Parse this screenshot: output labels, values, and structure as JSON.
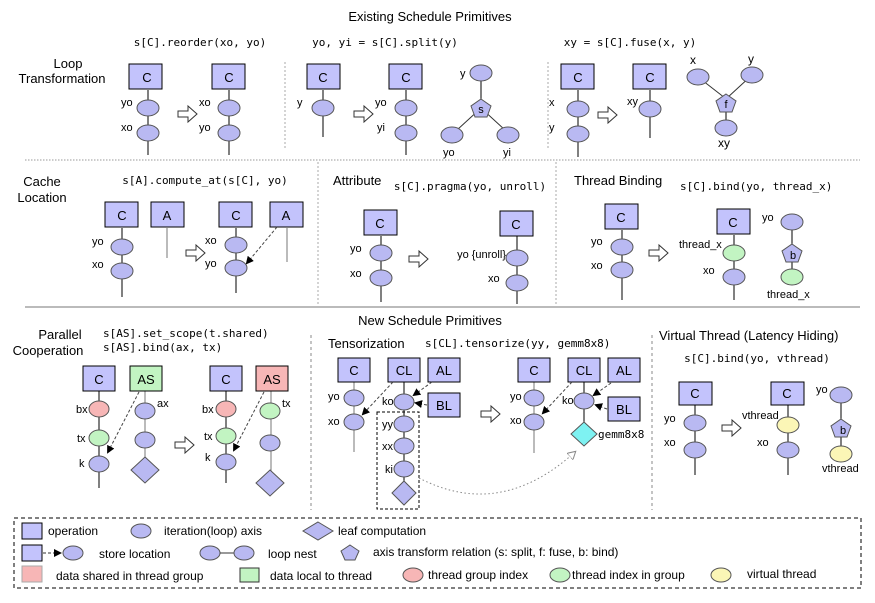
{
  "titles": {
    "existing": "Existing Schedule Primitives",
    "new": "New Schedule Primitives"
  },
  "colors": {
    "operation": "#c3c3fc",
    "axis": "#b9b9f2",
    "shared": "#f7b6b6",
    "local": "#c2f4c2",
    "thread_group_index": "#f7b6b6",
    "thread_index": "#c2f4c2",
    "virtual_thread": "#fbf6b6",
    "tensor_intrinsic": "#7ef2f2"
  },
  "sections": {
    "loop": {
      "label_line1": "Loop",
      "label_line2": "Transformation",
      "reorder": {
        "code": "s[C].reorder(xo, yo)",
        "op": "C",
        "before": [
          "yo",
          "xo"
        ],
        "after": [
          "xo",
          "yo"
        ]
      },
      "split": {
        "code": "yo, yi = s[C].split(y)",
        "op": "C",
        "before": [
          "y"
        ],
        "after": [
          "yo",
          "yi"
        ],
        "rel": "s",
        "rel_top": "y",
        "rel_left": "yo",
        "rel_right": "yi"
      },
      "fuse": {
        "code": "xy = s[C].fuse(x, y)",
        "op": "C",
        "before": [
          "x",
          "y"
        ],
        "after": [
          "xy"
        ],
        "rel": "f",
        "rel_left": "x",
        "rel_right": "y",
        "rel_bottom": "xy"
      }
    },
    "cache": {
      "label_line1": "Cache",
      "label_line2": "Location",
      "code": "s[A].compute_at(s[C], yo)",
      "op1": "C",
      "op2": "A",
      "before": [
        "yo",
        "xo"
      ],
      "after": [
        "xo",
        "yo"
      ]
    },
    "attribute": {
      "label": "Attribute",
      "code": "s[C].pragma(yo, unroll)",
      "op": "C",
      "before": [
        "yo",
        "xo"
      ],
      "after": [
        "yo {unroll}",
        "xo"
      ]
    },
    "thread_binding": {
      "label": "Thread Binding",
      "code": "s[C].bind(yo, thread_x)",
      "op": "C",
      "before": [
        "yo",
        "xo"
      ],
      "after": [
        "thread_x",
        "xo"
      ],
      "rel": "b",
      "rel_top": "yo",
      "rel_bottom": "thread_x"
    },
    "parallel": {
      "label_line1": "Parallel",
      "label_line2": "Cooperation",
      "code_line1": "s[AS].set_scope(t.shared)",
      "code_line2": "s[AS].bind(ax, tx)",
      "op1": "C",
      "op2": "AS",
      "before_c": [
        "bx",
        "tx",
        "k"
      ],
      "before_as": [
        "ax"
      ],
      "after_c": [
        "bx",
        "tx",
        "k"
      ],
      "after_as": [
        "tx"
      ]
    },
    "tensorization": {
      "label": "Tensorization",
      "code": "s[CL].tensorize(yy, gemm8x8)",
      "ops": [
        "C",
        "CL",
        "AL",
        "BL"
      ],
      "before_c": [
        "yo",
        "xo"
      ],
      "before_cl": [
        "ko",
        "yy",
        "xx",
        "ki"
      ],
      "after_c": [
        "yo",
        "xo"
      ],
      "after_cl": [
        "ko"
      ],
      "intrinsic": "gemm8x8"
    },
    "virtual_thread": {
      "label": "Virtual Thread (Latency Hiding)",
      "code": "s[C].bind(yo, vthread)",
      "op": "C",
      "before": [
        "yo",
        "xo"
      ],
      "after": [
        "vthread",
        "xo"
      ],
      "rel": "b",
      "rel_top": "yo",
      "rel_bottom": "vthread"
    }
  },
  "legend": [
    {
      "icon": "operation-square",
      "label": "operation"
    },
    {
      "icon": "axis-ellipse",
      "label": "iteration(loop) axis"
    },
    {
      "icon": "leaf-diamond",
      "label": "leaf computation"
    },
    {
      "icon": "store-arrow",
      "label": "store location"
    },
    {
      "icon": "loop-nest",
      "label": "loop nest"
    },
    {
      "icon": "pentagon",
      "label": "axis transform relation (s: split, f: fuse, b: bind)"
    },
    {
      "icon": "shared-square",
      "label": "data shared in thread group"
    },
    {
      "icon": "local-square",
      "label": "data local to thread"
    },
    {
      "icon": "red-ellipse",
      "label": "thread group index"
    },
    {
      "icon": "green-ellipse",
      "label": "thread index in group"
    },
    {
      "icon": "yellow-ellipse",
      "label": "virtual thread"
    }
  ]
}
